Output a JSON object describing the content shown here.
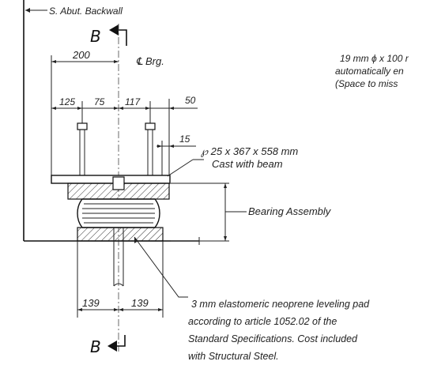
{
  "labels": {
    "backwall": "S. Abut. Backwall",
    "section_top": "B",
    "section_bottom": "B",
    "bearing_cl": "℄ Brg.",
    "plate": "℘ 25 x 367 x 558 mm",
    "plate_note": "Cast with beam",
    "bearing_assembly": "Bearing Assembly",
    "anchor_note_1": "19 mm ϕ x 100 r",
    "anchor_note_2": "automatically en",
    "anchor_note_3": "(Space to miss",
    "pad_note_1": "3 mm elastomeric neoprene leveling pad",
    "pad_note_2": "according to article 1052.02 of the",
    "pad_note_3": "Standard Specifications. Cost included",
    "pad_note_4": "with Structural Steel."
  },
  "dimensions": {
    "d200": "200",
    "d125": "125",
    "d75": "75",
    "d117": "117",
    "d50": "50",
    "d15": "15",
    "d139a": "139",
    "d139b": "139"
  }
}
